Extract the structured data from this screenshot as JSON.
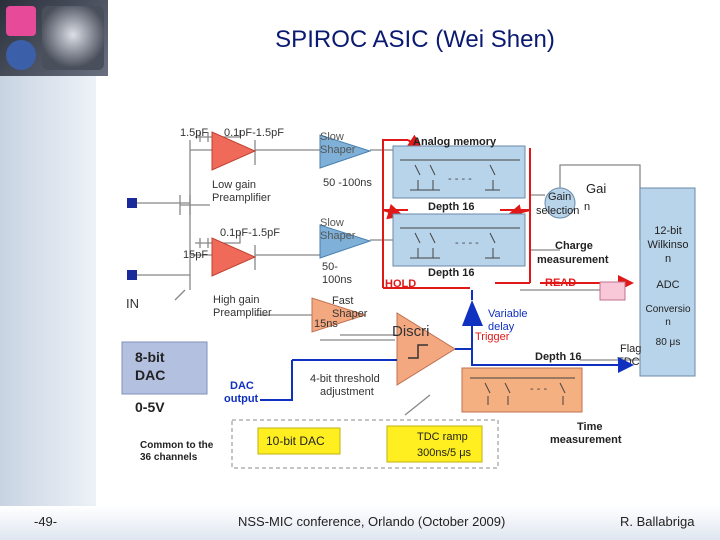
{
  "slide": {
    "title": "SPIROC ASIC (Wei Shen)",
    "page_number": "-49-",
    "conference": "NSS-MIC conference, Orlando (October 2009)",
    "author": "R. Ballabriga"
  },
  "diagram": {
    "cap_low_a": "1.5pF",
    "cap_low_b": "0.1pF-1.5pF",
    "slow_shaper_1": [
      "Slow",
      "Shaper"
    ],
    "time_1": "50 -100ns",
    "low_gain": [
      "Low gain",
      "Preamplifier"
    ],
    "analog_memory": "Analog memory",
    "depth16_1": "Depth 16",
    "gain_label": "Gai",
    "gain_label2": "n",
    "gain_selection": [
      "Gain",
      "selection"
    ],
    "cap_high_b": "0.1pF-1.5pF",
    "cap_high_a": "15pF",
    "slow_shaper_2": [
      "Slow",
      "Shaper"
    ],
    "time_2": [
      "50-",
      "100ns"
    ],
    "depth16_2": "Depth 16",
    "charge_measurement": [
      "Charge",
      "measurement"
    ],
    "adc_box": [
      "12-bit",
      "Wilkinso",
      "n",
      "ADC",
      "Conversio",
      "n",
      "80 μs"
    ],
    "read": "READ",
    "hold": "HOLD",
    "in_label": "IN",
    "high_gain": [
      "High gain",
      "Preamplifier"
    ],
    "fast_shaper": [
      "Fast",
      "Shaper"
    ],
    "time_fast": "15ns",
    "discri": "Discri",
    "variable_delay": [
      "Variable",
      "delay"
    ],
    "trigger": "Trigger",
    "depth16_3": "Depth 16",
    "flag_tdc": [
      "Flag",
      "TDC"
    ],
    "dac8": [
      "8-bit",
      "DAC"
    ],
    "dac_range": "0-5V",
    "dac_output": [
      "DAC",
      "output"
    ],
    "threshold_adj": [
      "4-bit threshold",
      "adjustment"
    ],
    "common": [
      "Common to the",
      "36 channels"
    ],
    "dac10": "10-bit DAC",
    "tdc_ramp": [
      "TDC ramp",
      "300ns/5 μs"
    ],
    "time_measurement": [
      "Time",
      "measurement"
    ],
    "colors": {
      "title": "#0a1a70",
      "amp": "#f06a5a",
      "shaper": "#7fb0d8",
      "memory": "#b8d4ea",
      "wire_red": "#e01818",
      "wire_blue": "#1030c0",
      "dac8_box": "#b4c0e0",
      "yellow": "#ffef20",
      "tdc_mem": "#f4b080"
    }
  }
}
